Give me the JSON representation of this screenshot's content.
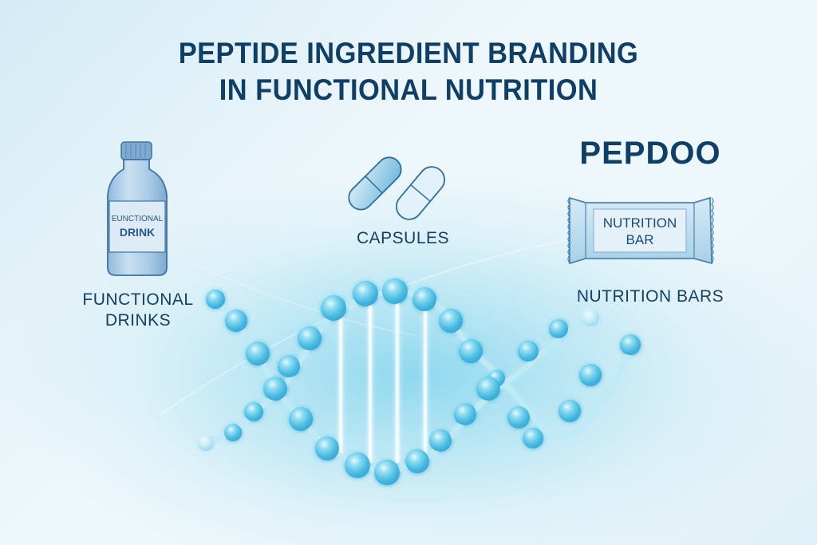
{
  "title": {
    "line1": "PEPTIDE INGREDIENT BRANDING",
    "line2": "IN FUNCTIONAL NUTRITION"
  },
  "brand": "PEPDOO",
  "products": [
    {
      "name": "functional-drinks",
      "icon": "bottle-icon",
      "package_text_line1": "EUNCTIONAL",
      "package_text_line2": "DRINK",
      "caption_line1": "FUNCTIONAL",
      "caption_line2": "DRINKS"
    },
    {
      "name": "capsules",
      "icon": "capsules-icon",
      "caption": "CAPSULES"
    },
    {
      "name": "nutrition-bars",
      "icon": "nutrition-bar-icon",
      "package_text_line1": "NUTRITION",
      "package_text_line2": "BAR",
      "caption": "NUTRITION BARS"
    }
  ],
  "illustration": {
    "icon": "peptide-helix-icon"
  },
  "colors": {
    "title": "#0f3e66",
    "caption": "#163f63",
    "bead": "#5cc6e6",
    "bead_highlight": "#d8f4fc",
    "background_glow": "#8fd8ef"
  }
}
